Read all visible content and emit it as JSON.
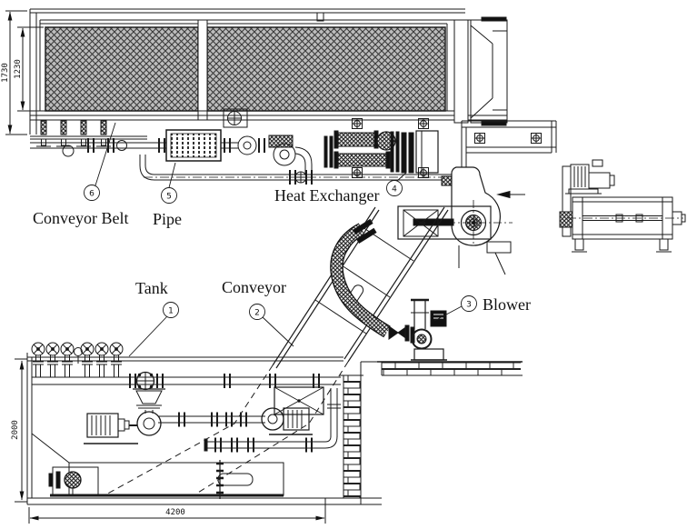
{
  "labels": {
    "conveyor_belt": "Conveyor Belt",
    "pipe": "Pipe",
    "heat_exchanger": "Heat Exchanger",
    "tank": "Tank",
    "conveyor": "Conveyor",
    "blower": "Blower"
  },
  "callouts": {
    "c1": "1",
    "c2": "2",
    "c3": "3",
    "c4": "4",
    "c5": "5",
    "c6": "6"
  },
  "dimensions": {
    "belt_frame_height": "1730",
    "belt_width": "1230",
    "tank_depth": "2000",
    "tank_length": "4200"
  },
  "colors": {
    "background": "#ffffff",
    "line": "#1a1a1a",
    "belt_fill": "#bdbdbd"
  }
}
